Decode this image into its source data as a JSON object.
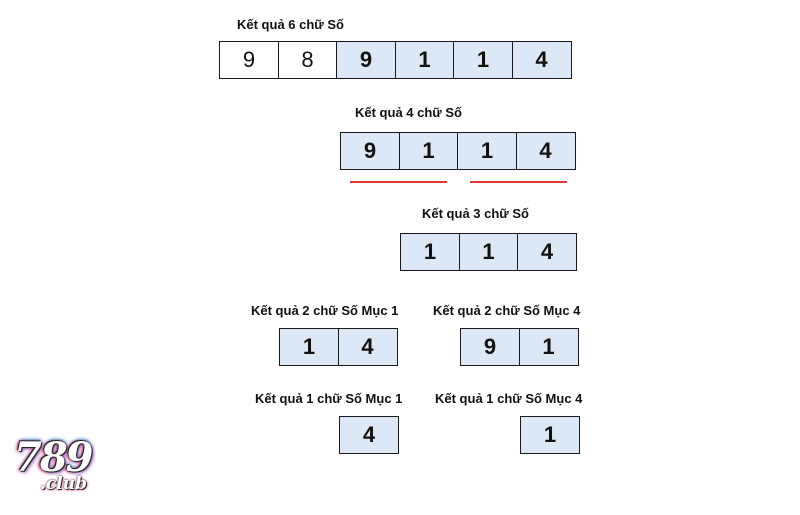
{
  "sections": {
    "six": {
      "title": "Kết quả 6 chữ Số",
      "digits": [
        "9",
        "8",
        "9",
        "1",
        "1",
        "4"
      ]
    },
    "four": {
      "title": "Kết quả 4 chữ Số",
      "digits": [
        "9",
        "1",
        "1",
        "4"
      ]
    },
    "three": {
      "title": "Kết quả 3 chữ Số",
      "digits": [
        "1",
        "1",
        "4"
      ]
    },
    "two_m1": {
      "title": "Kết quả 2 chữ Số Mục 1",
      "digits": [
        "1",
        "4"
      ]
    },
    "two_m4": {
      "title": "Kết quả 2 chữ Số Mục 4",
      "digits": [
        "9",
        "1"
      ]
    },
    "one_m1": {
      "title": "Kết quả 1 chữ Số Mục 1",
      "digits": [
        "4"
      ]
    },
    "one_m4": {
      "title": "Kết quả 1 chữ Số Mục 4",
      "digits": [
        "1"
      ]
    }
  },
  "logo": {
    "main": "789",
    "sub": ".club"
  },
  "colors": {
    "highlight": "#dde8f6",
    "underline": "#e03a3a",
    "border": "#1a1a1a"
  }
}
